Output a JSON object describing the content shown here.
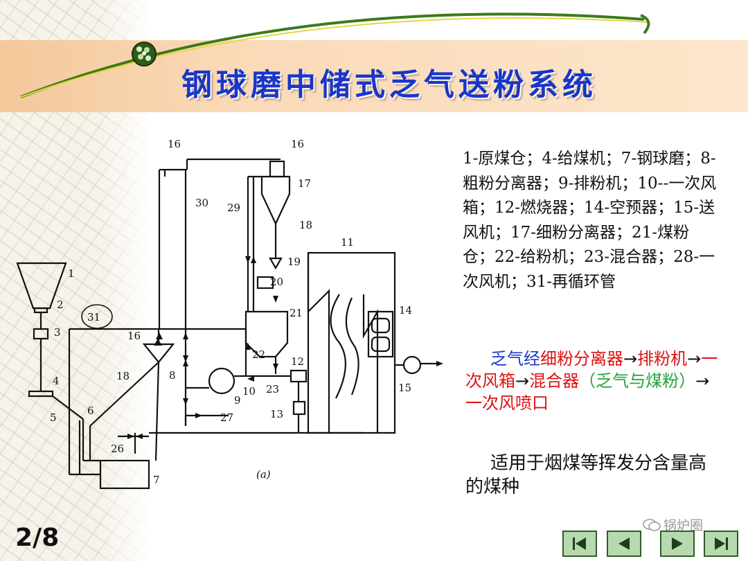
{
  "slide": {
    "title": "钢球磨中储式乏气送粉系统",
    "page_number": "2/8",
    "watermark": "锅炉圈",
    "colors": {
      "title": "#1a35c8",
      "band": "#fad9b6",
      "arrow": "#111111"
    }
  },
  "legend": {
    "text": "1-原煤仓；4-给煤机；7-钢球磨；8-粗粉分离器；9-排粉机；10--一次风箱；12-燃烧器；14-空预器；15-送风机；17-细粉分离器；21-煤粉仓；22-给粉机；23-混合器；28-一次风机；31-再循环管"
  },
  "flow": {
    "p1": "乏气经",
    "p2": "细粉分离器",
    "arrow": "→",
    "p3": "排粉机",
    "p4": "一次风箱",
    "p5": "混合器",
    "p6": "（乏气与煤粉）",
    "p7": "一次风喷口"
  },
  "note": {
    "text": "适用于烟煤等挥发分含量高的煤种"
  },
  "diagram": {
    "caption": "(a)",
    "labels": [
      "1",
      "2",
      "3",
      "4",
      "5",
      "6",
      "7",
      "8",
      "9",
      "10",
      "11",
      "12",
      "13",
      "14",
      "15",
      "16",
      "16",
      "16",
      "17",
      "18",
      "18",
      "19",
      "20",
      "21",
      "22",
      "23",
      "26",
      "27",
      "29",
      "30",
      "31"
    ]
  },
  "nav": {
    "icons": [
      "first-slide-icon",
      "previous-slide-icon",
      "next-slide-icon",
      "last-slide-icon"
    ]
  }
}
